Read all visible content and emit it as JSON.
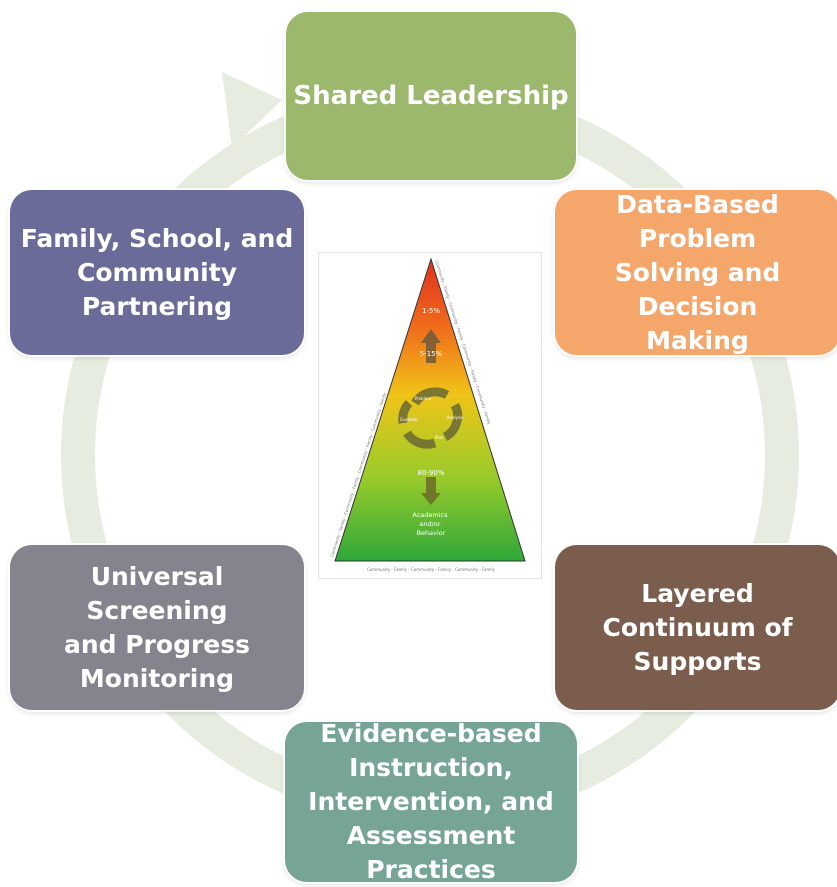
{
  "colors": {
    "ring": "#e6ecdf",
    "shared_leadership": "#9bb86c",
    "data_based": "#f5a66a",
    "layered": "#7b5d4e",
    "evidence": "#77a595",
    "screening": "#85848e",
    "family": "#6a6b99"
  },
  "boxes": {
    "shared_leadership": "Shared Leadership",
    "data_based": "Data-Based Problem\nSolving and Decision\nMaking",
    "layered": "Layered Continuum of\nSupports",
    "evidence": "Evidence-based\nInstruction,\nIntervention, and\nAssessment Practices",
    "screening": "Universal Screening\nand Progress\nMonitoring",
    "family": "Family, School, and\nCommunity\nPartnering"
  },
  "center_figure": {
    "tiers": [
      "1-5%",
      "5-15%",
      "80-90%"
    ],
    "base_label": "Academics\nand/or\nBehavior",
    "cycle_labels": [
      "Problem",
      "Analysis",
      "Plan",
      "Evaluate"
    ],
    "side_text": "Community - Family - Community - Family - Community - Family - Community - Family",
    "bottom_text": "Community - Family - Community - Family - Community - Family"
  }
}
